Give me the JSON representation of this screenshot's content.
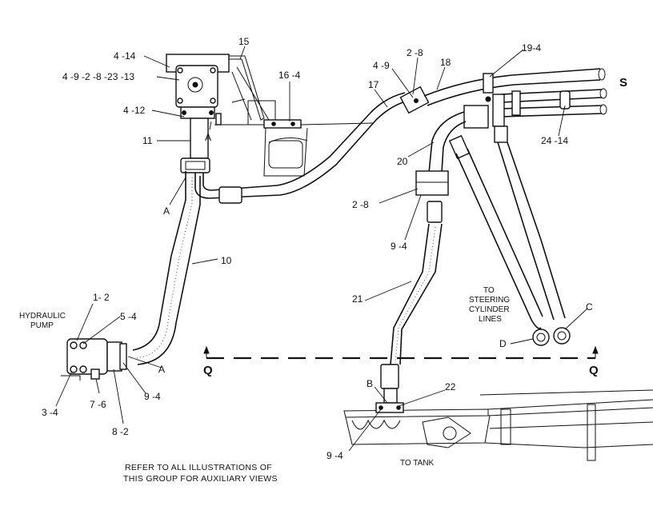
{
  "part_labels": {
    "p4_14_top": "4 -14",
    "p4_9_chain": "4 -9 -2 -8 -23 -13",
    "p15": "15",
    "p16_4": "16 -4",
    "p4_12": "4 -12",
    "p11": "11",
    "p4_9": "4 -9",
    "p2_8_top": "2 -8",
    "p18": "18",
    "p19_4": "19-4",
    "p17": "17",
    "p20": "20",
    "p24_14": "24 -14",
    "p2_8_mid": "2 -8",
    "p9_4_mid": "9 -4",
    "p10": "10",
    "p21": "21",
    "p1_2": "1- 2",
    "p5_4": "5 -4",
    "p9_4_pump": "9 -4",
    "p3_4": "3 -4",
    "p7_6": "7 -6",
    "p8_2": "8 -2",
    "p22": "22",
    "p9_4_bottom": "9 -4"
  },
  "callouts": {
    "s": "S",
    "a_top": "A",
    "a_mid": "A",
    "a_pump": "A",
    "b": "B",
    "c": "C",
    "d": "D",
    "q_left": "Q",
    "q_right": "Q"
  },
  "annotations": {
    "hydraulic_pump_line1": "HYDRAULIC",
    "hydraulic_pump_line2": "PUMP",
    "steering_line1": "TO",
    "steering_line2": "STEERING",
    "steering_line3": "CYLINDER",
    "steering_line4": "LINES",
    "to_tank": "TO TANK",
    "footnote_line1": "REFER TO ALL ILLUSTRATIONS OF",
    "footnote_line2": "THIS GROUP FOR AUXILIARY VIEWS"
  }
}
